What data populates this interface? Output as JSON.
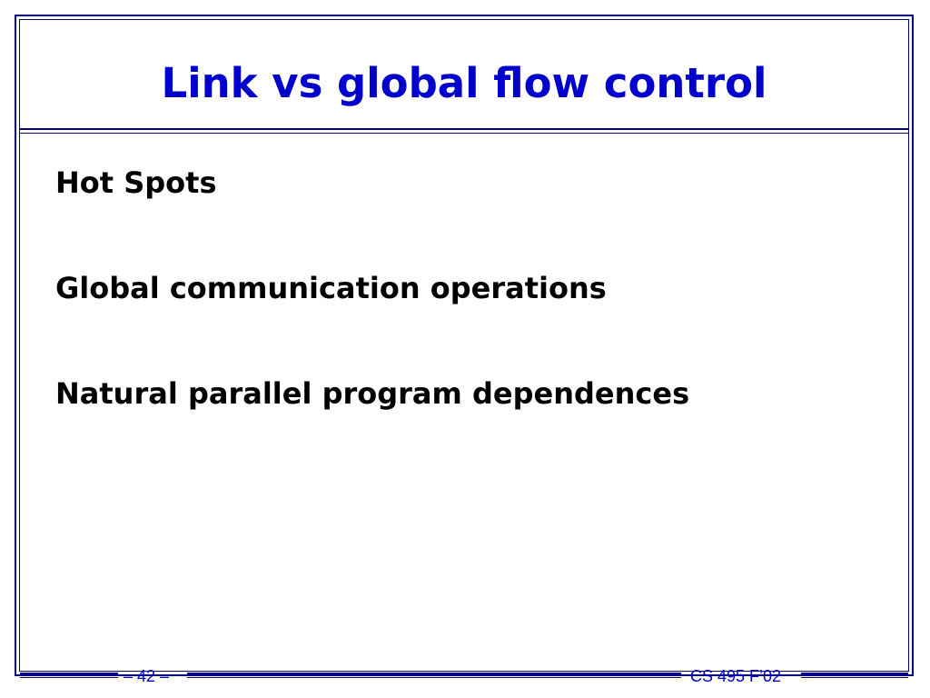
{
  "slide": {
    "title": "Link vs global flow control",
    "bullets": [
      "Hot Spots",
      "Global communication operations",
      "Natural parallel program dependences"
    ],
    "footer": {
      "page_number": "– 42 –",
      "course": "CS 495 F’02"
    }
  },
  "colors": {
    "title": "#0000cc",
    "frame": "#000080",
    "text": "#000000",
    "footer": "#0000cc"
  }
}
